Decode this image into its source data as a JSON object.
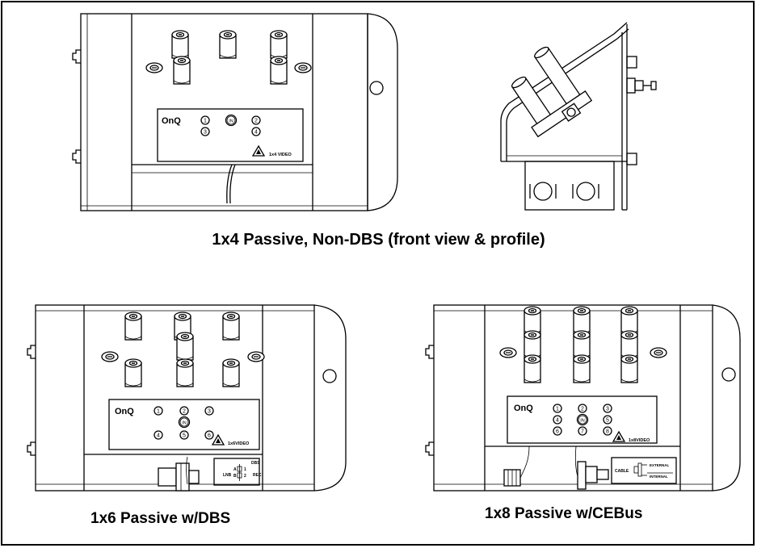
{
  "captions": {
    "top": "1x4 Passive, Non-DBS (front view & profile)",
    "bottom_left": "1x6 Passive w/DBS",
    "bottom_right": "1x8 Passive w/CEBus"
  },
  "modules": {
    "m1x4": {
      "brand": "OnQ",
      "model": "1x4 VIDEO",
      "ports": [
        "1",
        "2",
        "3",
        "4"
      ],
      "input": "IN"
    },
    "m1x6": {
      "brand": "OnQ",
      "model": "1x6VIDEO",
      "ports": [
        "1",
        "2",
        "3",
        "4",
        "5",
        "6"
      ],
      "input": "IN",
      "dbs_label": "DBS",
      "lnb_label": "LNB",
      "rec_label": "REC",
      "switch_a": "A",
      "switch_b": "B",
      "switch_1": "1",
      "switch_2": "2"
    },
    "m1x8": {
      "brand": "OnQ",
      "model": "1x8VIDEO",
      "ports": [
        "1",
        "2",
        "3",
        "4",
        "5",
        "6",
        "7",
        "8"
      ],
      "input": "IN",
      "cable_label": "CABLE",
      "external_label": "EXTERNAL",
      "internal_label": "INTERNAL"
    }
  }
}
